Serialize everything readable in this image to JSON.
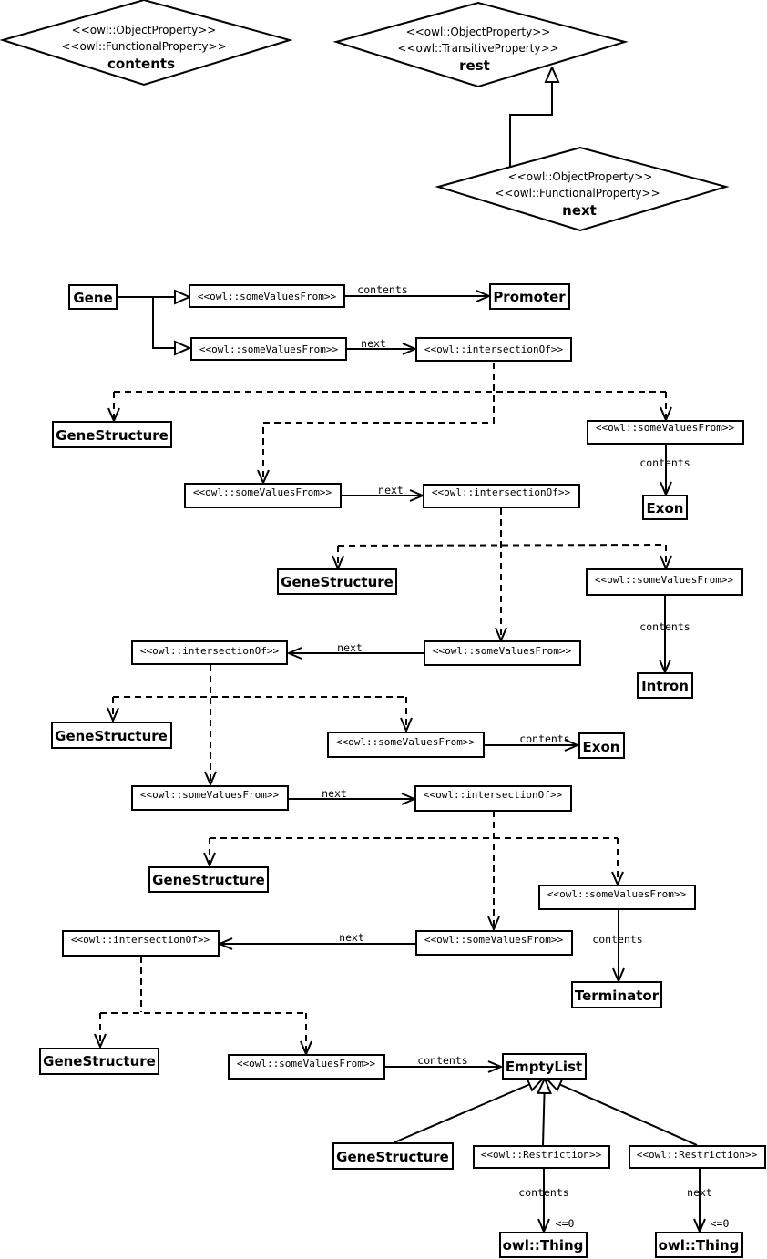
{
  "properties": {
    "contents": {
      "stereotypes": [
        "<<owl::ObjectProperty>>",
        "<<owl::FunctionalProperty>>"
      ],
      "name": "contents"
    },
    "rest": {
      "stereotypes": [
        "<<owl::ObjectProperty>>",
        "<<owl::TransitiveProperty>>"
      ],
      "name": "rest"
    },
    "next": {
      "stereotypes": [
        "<<owl::ObjectProperty>>",
        "<<owl::FunctionalProperty>>"
      ],
      "name": "next"
    }
  },
  "labels": {
    "some": "<<owl::someValuesFrom>>",
    "inter": "<<owl::intersectionOf>>",
    "restriction": "<<owl::Restriction>>",
    "contents": "contents",
    "next": "next",
    "lte0": "<=0"
  },
  "classes": {
    "gene": "Gene",
    "promoter": "Promoter",
    "geneStructure": "GeneStructure",
    "exon": "Exon",
    "intron": "Intron",
    "terminator": "Terminator",
    "emptyList": "EmptyList",
    "owlThing": "owl::Thing"
  }
}
